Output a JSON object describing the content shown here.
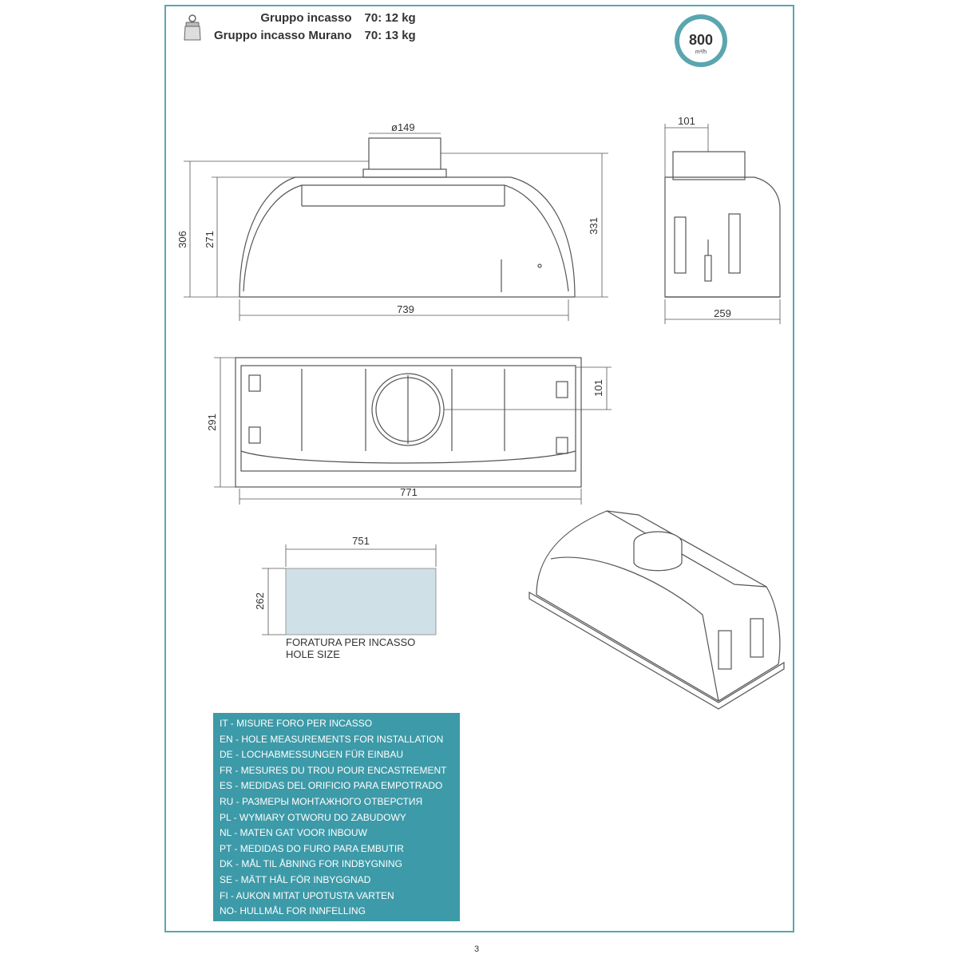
{
  "weights": [
    {
      "label": "Gruppo incasso",
      "value": "70:  12 kg"
    },
    {
      "label": "Gruppo incasso Murano",
      "value": "70:  13 kg"
    }
  ],
  "airflow": {
    "value": "800",
    "unit": "m³/h"
  },
  "dimensions": {
    "front_duct_diameter": "ø149",
    "front_height_outer": "306",
    "front_height_inner": "271",
    "front_height_total": "331",
    "front_width": "739",
    "side_offset": "101",
    "side_depth": "259",
    "top_depth": "291",
    "top_width": "771",
    "top_offset": "101",
    "hole_width": "751",
    "hole_height": "262"
  },
  "hole_caption": [
    "FORATURA PER INCASSO",
    "HOLE SIZE"
  ],
  "legend_items": [
    "IT  - MISURE FORO PER INCASSO",
    "EN - HOLE MEASUREMENTS FOR INSTALLATION",
    "DE - LOCHABMESSUNGEN FÜR EINBAU",
    "FR  - MESURES DU TROU POUR ENCASTREMENT",
    "ES  - MEDIDAS DEL ORIFICIO PARA EMPOTRADO",
    "RU  - РАЗМЕРЫ МОНТАЖНОГО ОТВЕРСТИЯ",
    "PL  - WYMIARY OTWORU DO ZABUDOWY",
    "NL  - MATEN GAT VOOR INBOUW",
    "PT  - MEDIDAS DO FURO PARA EMBUTIR",
    "DK - MÅL TIL ÅBNING FOR INDBYGNING",
    "SE  - MÄTT HÅL FÖR INBYGGNAD",
    "FI   - AUKON MITAT UPOTUSTA VARTEN",
    "NO- HULLMÅL FOR INNFELLING"
  ],
  "page_number": "3",
  "colors": {
    "accent": "#3d9aa8",
    "frame": "#5aa6b0",
    "hole_fill": "#cfe0e6"
  }
}
